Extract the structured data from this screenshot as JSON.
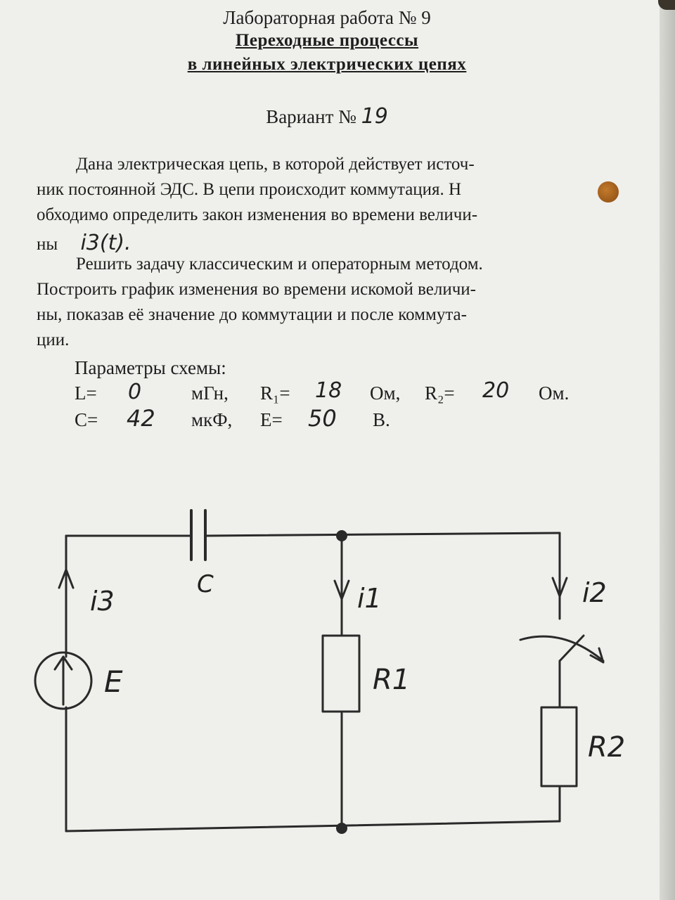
{
  "header": {
    "title": "Лабораторная работа № 9",
    "subtitle_1": "Переходные процессы",
    "subtitle_2": "в линейных электрических цепях",
    "variant_label": "Вариант №",
    "variant_number": "19"
  },
  "task": {
    "p1_line1": "Дана электрическая цепь, в которой действует источ-",
    "p1_line2": "ник постоянной ЭДС. В цепи происходит коммутация. Н",
    "p1_line3": "обходимо определить закон изменения во времени величи-",
    "p1_line4": "ны",
    "target_quantity": "i3(t).",
    "p2_line1": "Решить задачу классическим и операторным методом.",
    "p2_line2": "Построить график изменения во времени искомой величи-",
    "p2_line3": "ны, показав её значение до коммутации и после коммута-",
    "p2_line4": "ции."
  },
  "params": {
    "heading": "Параметры схемы:",
    "L_label": "L=",
    "L_value": "0",
    "L_unit": "мГн,",
    "R1_label": "R₁=",
    "R1_value": "18",
    "R1_unit": "Ом,",
    "R2_label": "R₂=",
    "R2_value": "20",
    "R2_unit": "Ом.",
    "C_label": "C=",
    "C_value": "42",
    "C_unit": "мкФ,",
    "E_label": "E=",
    "E_value": "50",
    "E_unit": "В."
  },
  "circuit": {
    "label_i3": "i3",
    "label_c": "C",
    "label_e": "E",
    "label_i1": "i1",
    "label_r1": "R1",
    "label_i2": "i2",
    "label_r2": "R2"
  }
}
